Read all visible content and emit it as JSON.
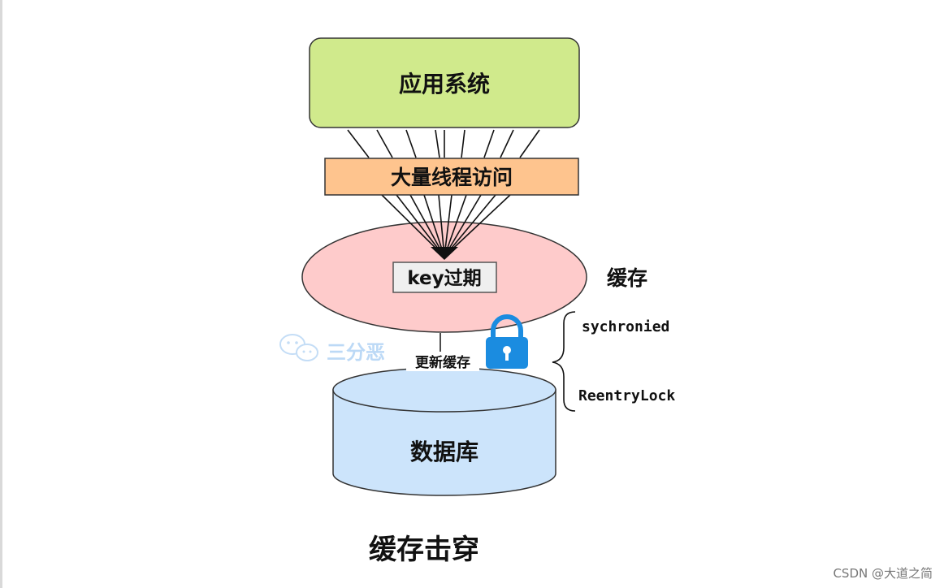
{
  "diagram": {
    "app_system": "应用系统",
    "thread_access": "大量线程访问",
    "key_expired": "key过期",
    "cache_label": "缓存",
    "update_cache": "更新缓存",
    "lock_options": [
      "sychronied",
      "ReentryLock"
    ],
    "database": "数据库",
    "caption": "缓存击穿"
  },
  "watermark": {
    "text": "三分恶"
  },
  "credit": "CSDN @大道之简",
  "colors": {
    "app_box": "#d0ea8c",
    "thread_box": "#fec48e",
    "cache_ellipse": "#fecbcb",
    "database": "#cce4fb",
    "lock": "#1b8ce0"
  }
}
